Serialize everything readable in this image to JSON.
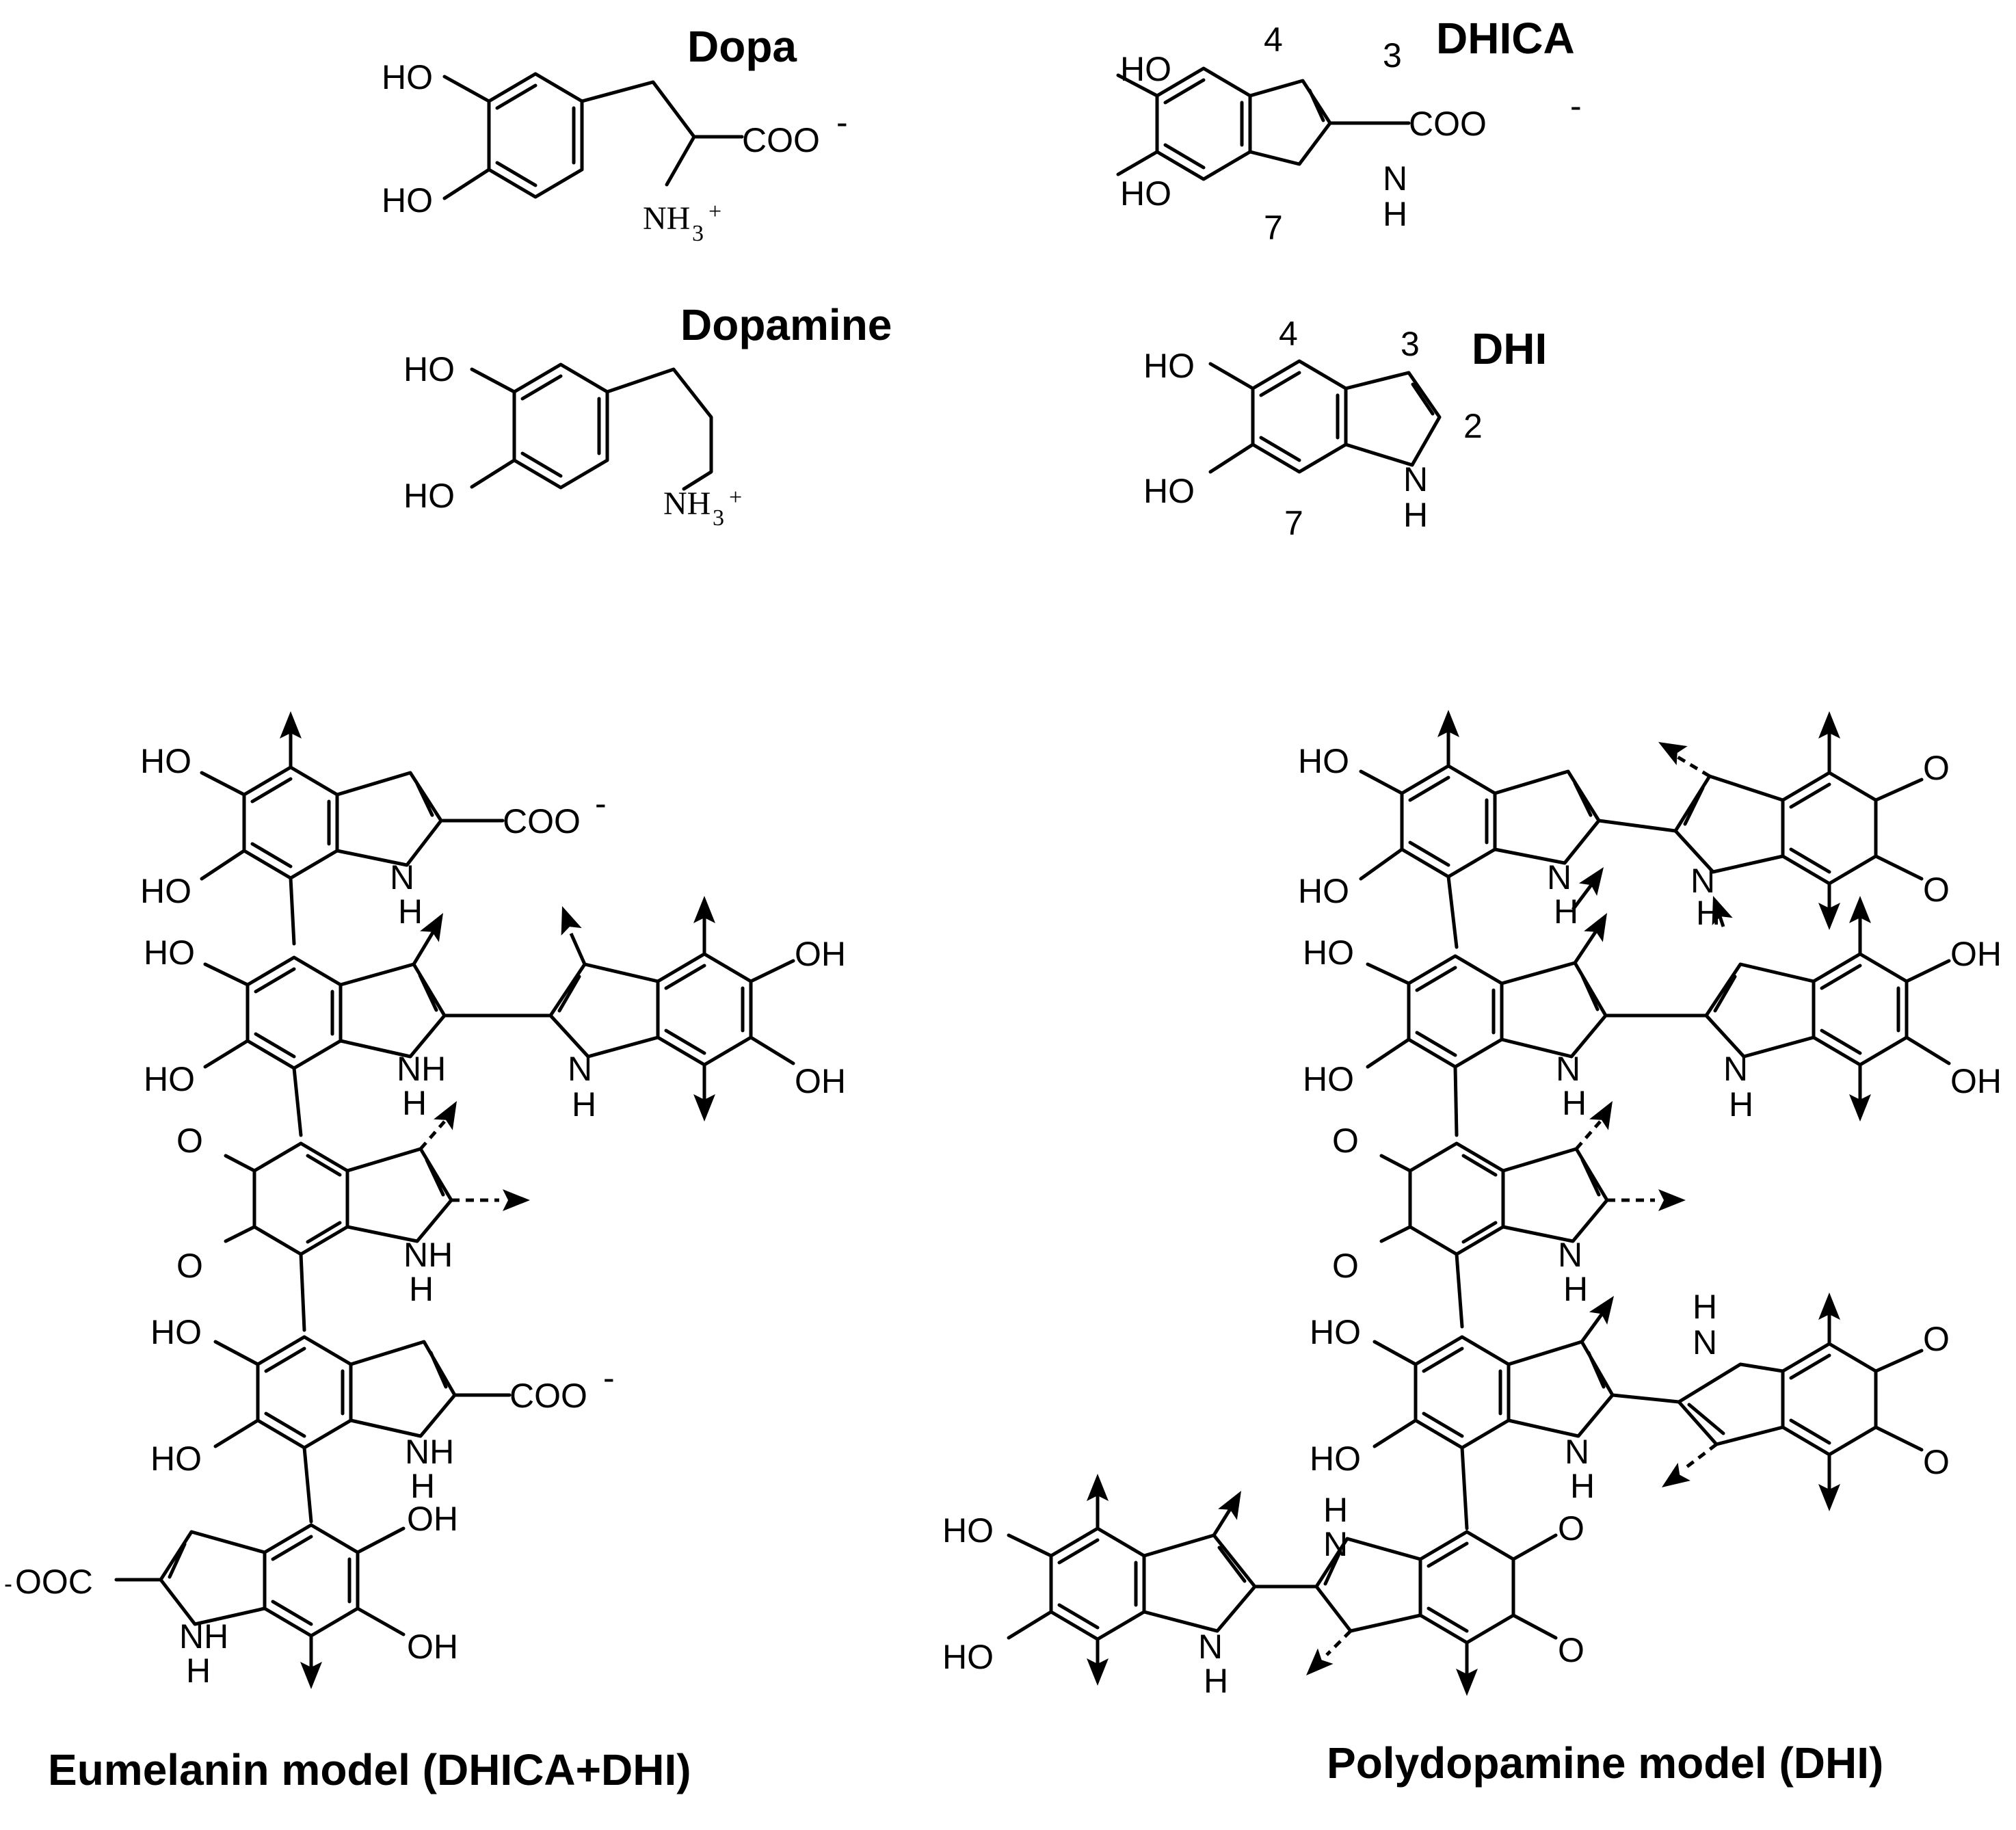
{
  "monomers": {
    "dopa": {
      "name": "Dopa",
      "labels": [
        "HO",
        "HO",
        "COO",
        "-",
        "NH",
        "3",
        "+"
      ]
    },
    "dopamine": {
      "name": "Dopamine",
      "labels": [
        "HO",
        "HO",
        "NH",
        "3",
        "+"
      ]
    },
    "dhica": {
      "name": "DHICA",
      "labels": [
        "HO",
        "HO",
        "COO",
        "-",
        "N",
        "H"
      ],
      "positions": [
        "4",
        "3",
        "7"
      ]
    },
    "dhi": {
      "name": "DHI",
      "labels": [
        "HO",
        "HO",
        "N",
        "H"
      ],
      "positions": [
        "4",
        "3",
        "2",
        "7"
      ]
    }
  },
  "eumelanin": {
    "caption": "Eumelanin model (DHICA+DHI)",
    "atoms": {
      "ho": "HO",
      "oh": "OH",
      "o": "O",
      "nh": "NH",
      "n": "N",
      "h": "H",
      "coo": "COO",
      "minus": "-",
      "ooc": "OOC"
    }
  },
  "polydopamine": {
    "caption": "Polydopamine model (DHI)",
    "atoms": {
      "ho": "HO",
      "oh": "OH",
      "o": "O",
      "n": "N",
      "h": "H"
    }
  }
}
